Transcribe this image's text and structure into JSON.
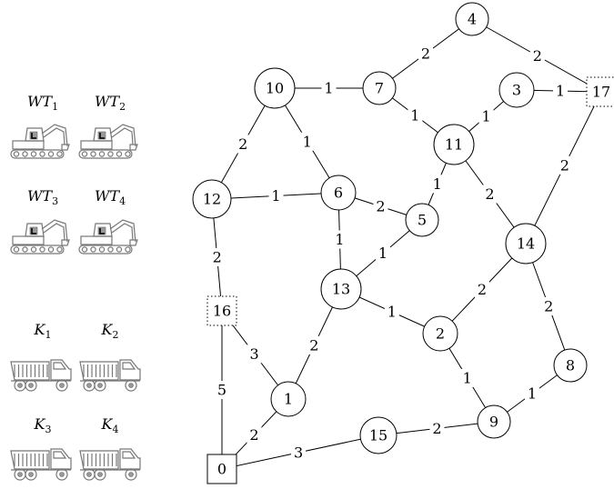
{
  "nodes": [
    {
      "id": "0",
      "shape": "square"
    },
    {
      "id": "1",
      "shape": "circle"
    },
    {
      "id": "2",
      "shape": "circle"
    },
    {
      "id": "3",
      "shape": "circle"
    },
    {
      "id": "4",
      "shape": "circle"
    },
    {
      "id": "5",
      "shape": "circle"
    },
    {
      "id": "6",
      "shape": "circle"
    },
    {
      "id": "7",
      "shape": "circle"
    },
    {
      "id": "8",
      "shape": "circle"
    },
    {
      "id": "9",
      "shape": "circle"
    },
    {
      "id": "10",
      "shape": "circle"
    },
    {
      "id": "11",
      "shape": "circle"
    },
    {
      "id": "12",
      "shape": "circle"
    },
    {
      "id": "13",
      "shape": "circle"
    },
    {
      "id": "14",
      "shape": "circle"
    },
    {
      "id": "15",
      "shape": "circle"
    },
    {
      "id": "16",
      "shape": "dotted-square"
    },
    {
      "id": "17",
      "shape": "dotted-square"
    }
  ],
  "edges": [
    {
      "from": "4",
      "to": "7",
      "weight": "2"
    },
    {
      "from": "4",
      "to": "17",
      "weight": "2"
    },
    {
      "from": "10",
      "to": "7",
      "weight": "1"
    },
    {
      "from": "7",
      "to": "11",
      "weight": "1"
    },
    {
      "from": "3",
      "to": "17",
      "weight": "1"
    },
    {
      "from": "3",
      "to": "11",
      "weight": "1"
    },
    {
      "from": "10",
      "to": "12",
      "weight": "2"
    },
    {
      "from": "10",
      "to": "6",
      "weight": "1"
    },
    {
      "from": "12",
      "to": "6",
      "weight": "1"
    },
    {
      "from": "6",
      "to": "5",
      "weight": "2"
    },
    {
      "from": "11",
      "to": "5",
      "weight": "1"
    },
    {
      "from": "11",
      "to": "14",
      "weight": "2"
    },
    {
      "from": "17",
      "to": "14",
      "weight": "2"
    },
    {
      "from": "6",
      "to": "13",
      "weight": "1"
    },
    {
      "from": "5",
      "to": "13",
      "weight": "1"
    },
    {
      "from": "12",
      "to": "16",
      "weight": "2"
    },
    {
      "from": "13",
      "to": "2",
      "weight": "1"
    },
    {
      "from": "14",
      "to": "2",
      "weight": "2"
    },
    {
      "from": "14",
      "to": "8",
      "weight": "2"
    },
    {
      "from": "13",
      "to": "1",
      "weight": "2"
    },
    {
      "from": "16",
      "to": "1",
      "weight": "3"
    },
    {
      "from": "16",
      "to": "0",
      "weight": "5"
    },
    {
      "from": "2",
      "to": "9",
      "weight": "1"
    },
    {
      "from": "8",
      "to": "9",
      "weight": "1"
    },
    {
      "from": "1",
      "to": "0",
      "weight": "2"
    },
    {
      "from": "0",
      "to": "15",
      "weight": "3"
    },
    {
      "from": "15",
      "to": "9",
      "weight": "2"
    }
  ],
  "machines": {
    "excavators": [
      {
        "base": "WT",
        "sub": "1",
        "icon": "excavator-icon"
      },
      {
        "base": "WT",
        "sub": "2",
        "icon": "excavator-icon"
      },
      {
        "base": "WT",
        "sub": "3",
        "icon": "excavator-icon"
      },
      {
        "base": "WT",
        "sub": "4",
        "icon": "excavator-icon"
      }
    ],
    "trucks": [
      {
        "base": "K",
        "sub": "1",
        "icon": "dump-truck-icon"
      },
      {
        "base": "K",
        "sub": "2",
        "icon": "dump-truck-icon"
      },
      {
        "base": "K",
        "sub": "3",
        "icon": "dump-truck-icon"
      },
      {
        "base": "K",
        "sub": "4",
        "icon": "dump-truck-icon"
      }
    ]
  }
}
